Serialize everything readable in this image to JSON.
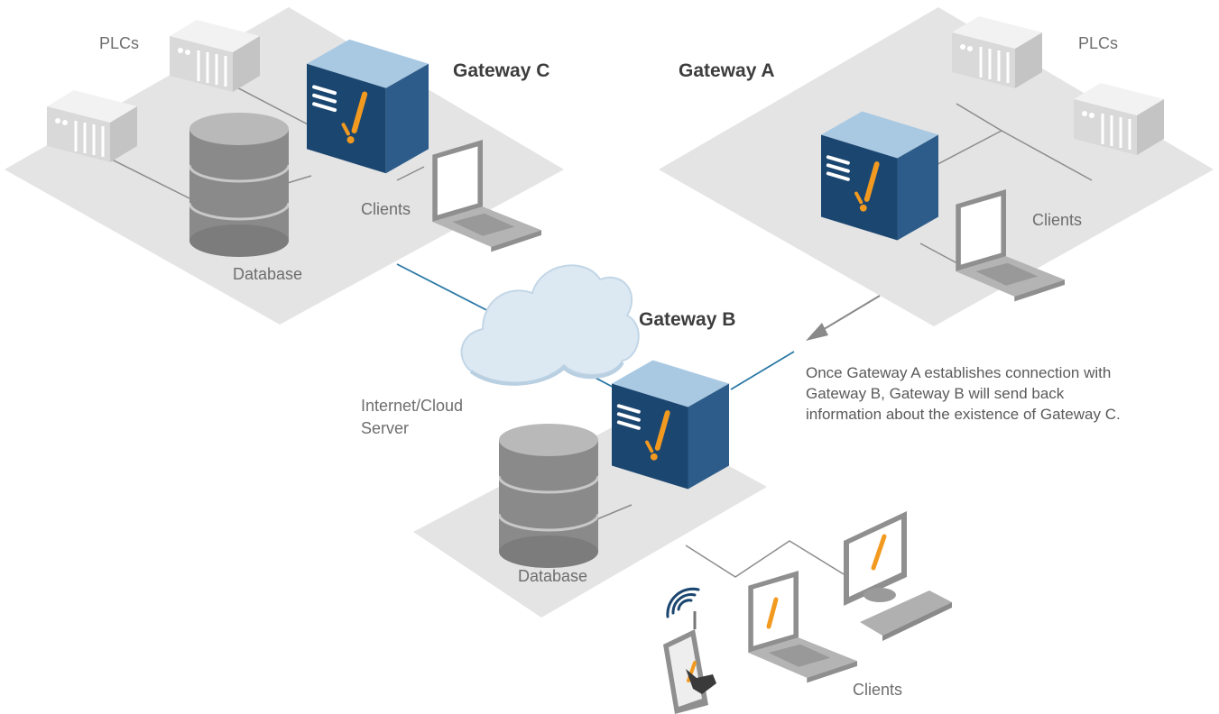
{
  "labels": {
    "plcs_left": "PLCs",
    "plcs_right": "PLCs",
    "gateway_c": "Gateway C",
    "gateway_a": "Gateway A",
    "gateway_b": "Gateway B",
    "clients_c": "Clients",
    "clients_a": "Clients",
    "clients_b": "Clients",
    "database_c": "Database",
    "database_b": "Database",
    "cloud_line1": "Internet/Cloud",
    "cloud_line2": "Server"
  },
  "note": {
    "line1": "Once Gateway A establishes connection with",
    "line2": "Gateway B, Gateway B will send back",
    "line3": "information about the existence of Gateway C."
  },
  "colors": {
    "platform": "#e4e4e4",
    "server_front": "#1b4670",
    "server_top": "#a9c9e3",
    "accent_orange": "#f29a1f",
    "link_blue": "#2a78a6",
    "cloud": "#dce9f3"
  }
}
